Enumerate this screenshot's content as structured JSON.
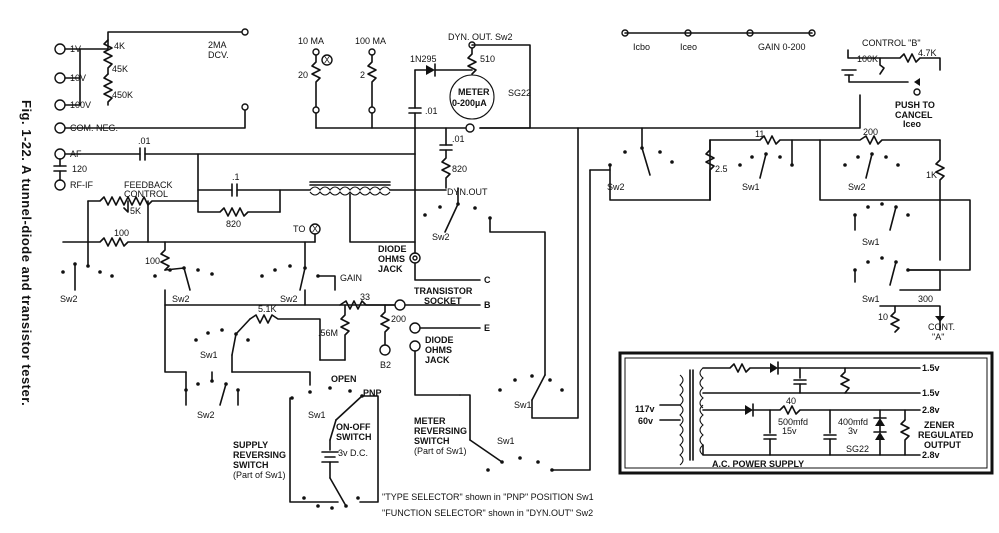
{
  "caption": "Fig. 1-22. A tunnel-diode and transistor tester.",
  "inputs": {
    "v1": "1V",
    "v10": "10V",
    "v100": "100V",
    "r4k": "4K",
    "r45k": "45K",
    "r450k": "450K",
    "com_neg": "COM. NEG.",
    "af": "AF",
    "rf_if": "RF-IF",
    "cap01": ".01",
    "cap120": "120"
  },
  "top_ranges": {
    "ma2": "2MA",
    "dcv": "DCV.",
    "ma10": "10 MA",
    "ma100": "100 MA",
    "r20": "20",
    "r2": "2",
    "x": "X"
  },
  "meter": {
    "label": "METER",
    "range": "0-200µA",
    "dyn_out_sw2": "DYN. OUT. Sw2",
    "r510": "510",
    "sg22": "SG22",
    "diode": "1N295",
    "c01a": ".01",
    "c01b": ".01",
    "r820": "820"
  },
  "feedback": {
    "label1": "FEEDBACK",
    "label2": "CONTROL",
    "r5k": "5K",
    "r100a": "100",
    "r100b": "100",
    "c1": ".1",
    "r820": "820",
    "to_x": "TO",
    "x": "X"
  },
  "jacks": {
    "diode_ohms1": "DIODE",
    "ohms1": "OHMS",
    "jack1": "JACK",
    "transistor": "TRANSISTOR",
    "socket": "SOCKET",
    "c": "C",
    "b": "B",
    "e": "E",
    "diode_ohms2": "DIODE",
    "ohms2": "OHMS",
    "jack2": "JACK",
    "dyn_out": "DYN.OUT",
    "gain": "GAIN",
    "b2": "B2",
    "r33": "33",
    "r200": "200",
    "r5_1k": "5.1K",
    "r56m": ".56M"
  },
  "switches": {
    "sw2_a": "Sw2",
    "sw2_b": "Sw2",
    "sw2_c": "Sw2",
    "sw2_d": "Sw2",
    "sw1_a": "Sw1",
    "sw1_b": "Sw1",
    "sw1_c": "Sw1"
  },
  "supply": {
    "open": "OPEN",
    "pnp": "PNP",
    "on_off1": "ON-OFF",
    "on_off2": "SWITCH",
    "batt": "3v D.C.",
    "rev1": "SUPPLY",
    "rev2": "REVERSING",
    "rev3": "SWITCH",
    "rev4": "(Part of Sw1)",
    "mrev1": "METER",
    "mrev2": "REVERSING",
    "mrev3": "SWITCH",
    "mrev4": "(Part of Sw1)"
  },
  "notes": {
    "type_sel": "\"TYPE SELECTOR\" shown in \"PNP\" POSITION Sw1",
    "func_sel": "\"FUNCTION SELECTOR\" shown in \"DYN.OUT\" Sw2"
  },
  "right": {
    "icbo": "Icbo",
    "iceo": "Iceo",
    "gain": "GAIN 0-200",
    "control_b": "CONTROL \"B\"",
    "r100k": "100K",
    "r4_7k": "4.7K",
    "push1": "PUSH TO",
    "push2": "CANCEL",
    "push3": "Iceo",
    "r11": "11",
    "r200": "200",
    "r2_5": "2.5",
    "r1k": "1K",
    "r300": "300",
    "r10": "10",
    "cont1": "CONT.",
    "cont2": "\"A\"",
    "sw2_e": "Sw2",
    "sw1_d": "Sw1",
    "sw2_f": "Sw2",
    "sw1_e": "Sw1",
    "sw1_f": "Sw1"
  },
  "power": {
    "title": "A.C. POWER SUPPLY",
    "v117": "117v",
    "v60": "60v",
    "o1": "1.5v",
    "o2": "1.5v",
    "o3": "2.8v",
    "o4": "2.8v",
    "r40": "40",
    "c500": "500mfd",
    "c500v": "15v",
    "c400": "400mfd",
    "c400v": "3v",
    "sg22": "SG22",
    "z1": "ZENER",
    "z2": "REGULATED",
    "z3": "OUTPUT"
  }
}
